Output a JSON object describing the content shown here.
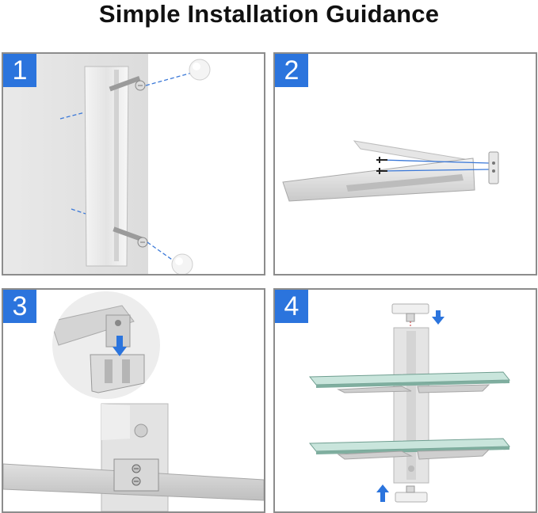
{
  "header": {
    "title": "Simple Installation Guidance"
  },
  "steps": [
    {
      "number": "1"
    },
    {
      "number": "2"
    },
    {
      "number": "3"
    },
    {
      "number": "4"
    }
  ],
  "colors": {
    "badge": "#2b74dd",
    "frame": "#8c8c8c",
    "guide_line": "#3a78d8",
    "arrow": "#2b74dd",
    "glass": "#c9e5dc"
  },
  "icons": [
    "anchor-icon",
    "screw-icon",
    "arrow-down-icon",
    "arrow-up-icon"
  ]
}
